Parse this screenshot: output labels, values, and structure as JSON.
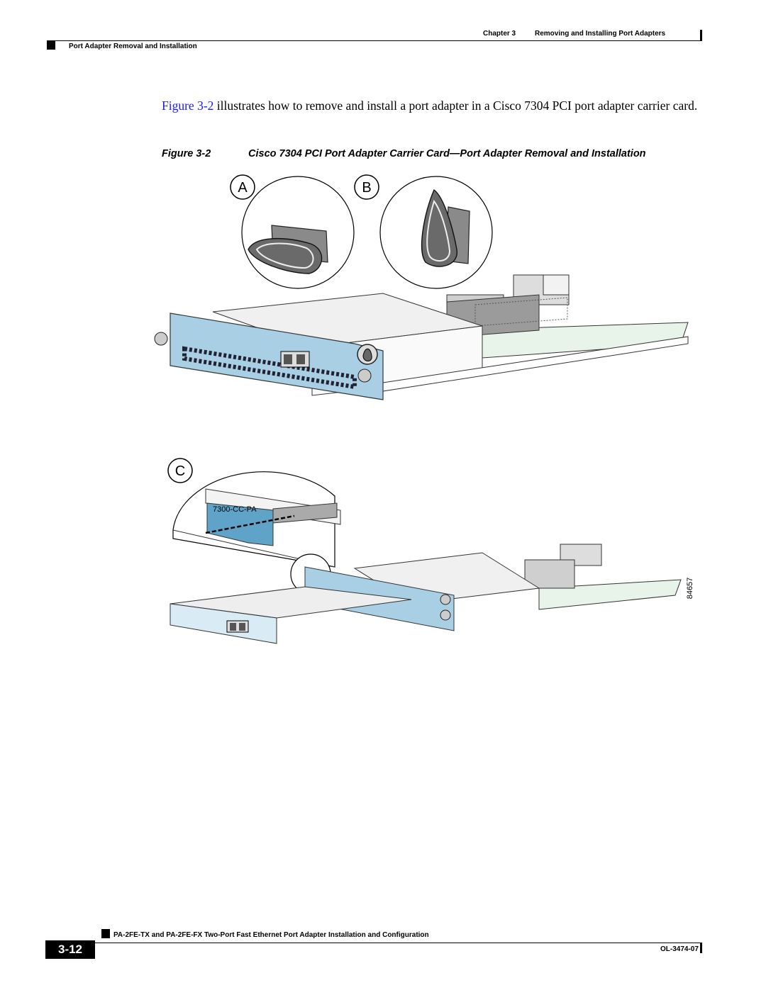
{
  "header": {
    "chapter_label": "Chapter 3",
    "chapter_title": "Removing and Installing Port Adapters",
    "section_title": "Port Adapter Removal and Installation"
  },
  "body": {
    "figure_ref": "Figure 3-2",
    "text": " illustrates how to remove and install a port adapter in a Cisco 7304 PCI port adapter carrier card."
  },
  "figure": {
    "number": "Figure 3-2",
    "title": "Cisco 7304 PCI Port Adapter Carrier Card—Port Adapter Removal and Installation",
    "callouts": [
      "A",
      "B",
      "C"
    ],
    "detail_label": "7300-CC-PA",
    "art_number": "84657"
  },
  "footer": {
    "doc_title": "PA-2FE-TX and PA-2FE-FX Two-Port Fast Ethernet Port Adapter Installation and Configuration",
    "page_number": "3-12",
    "doc_number": "OL-3474-07"
  }
}
